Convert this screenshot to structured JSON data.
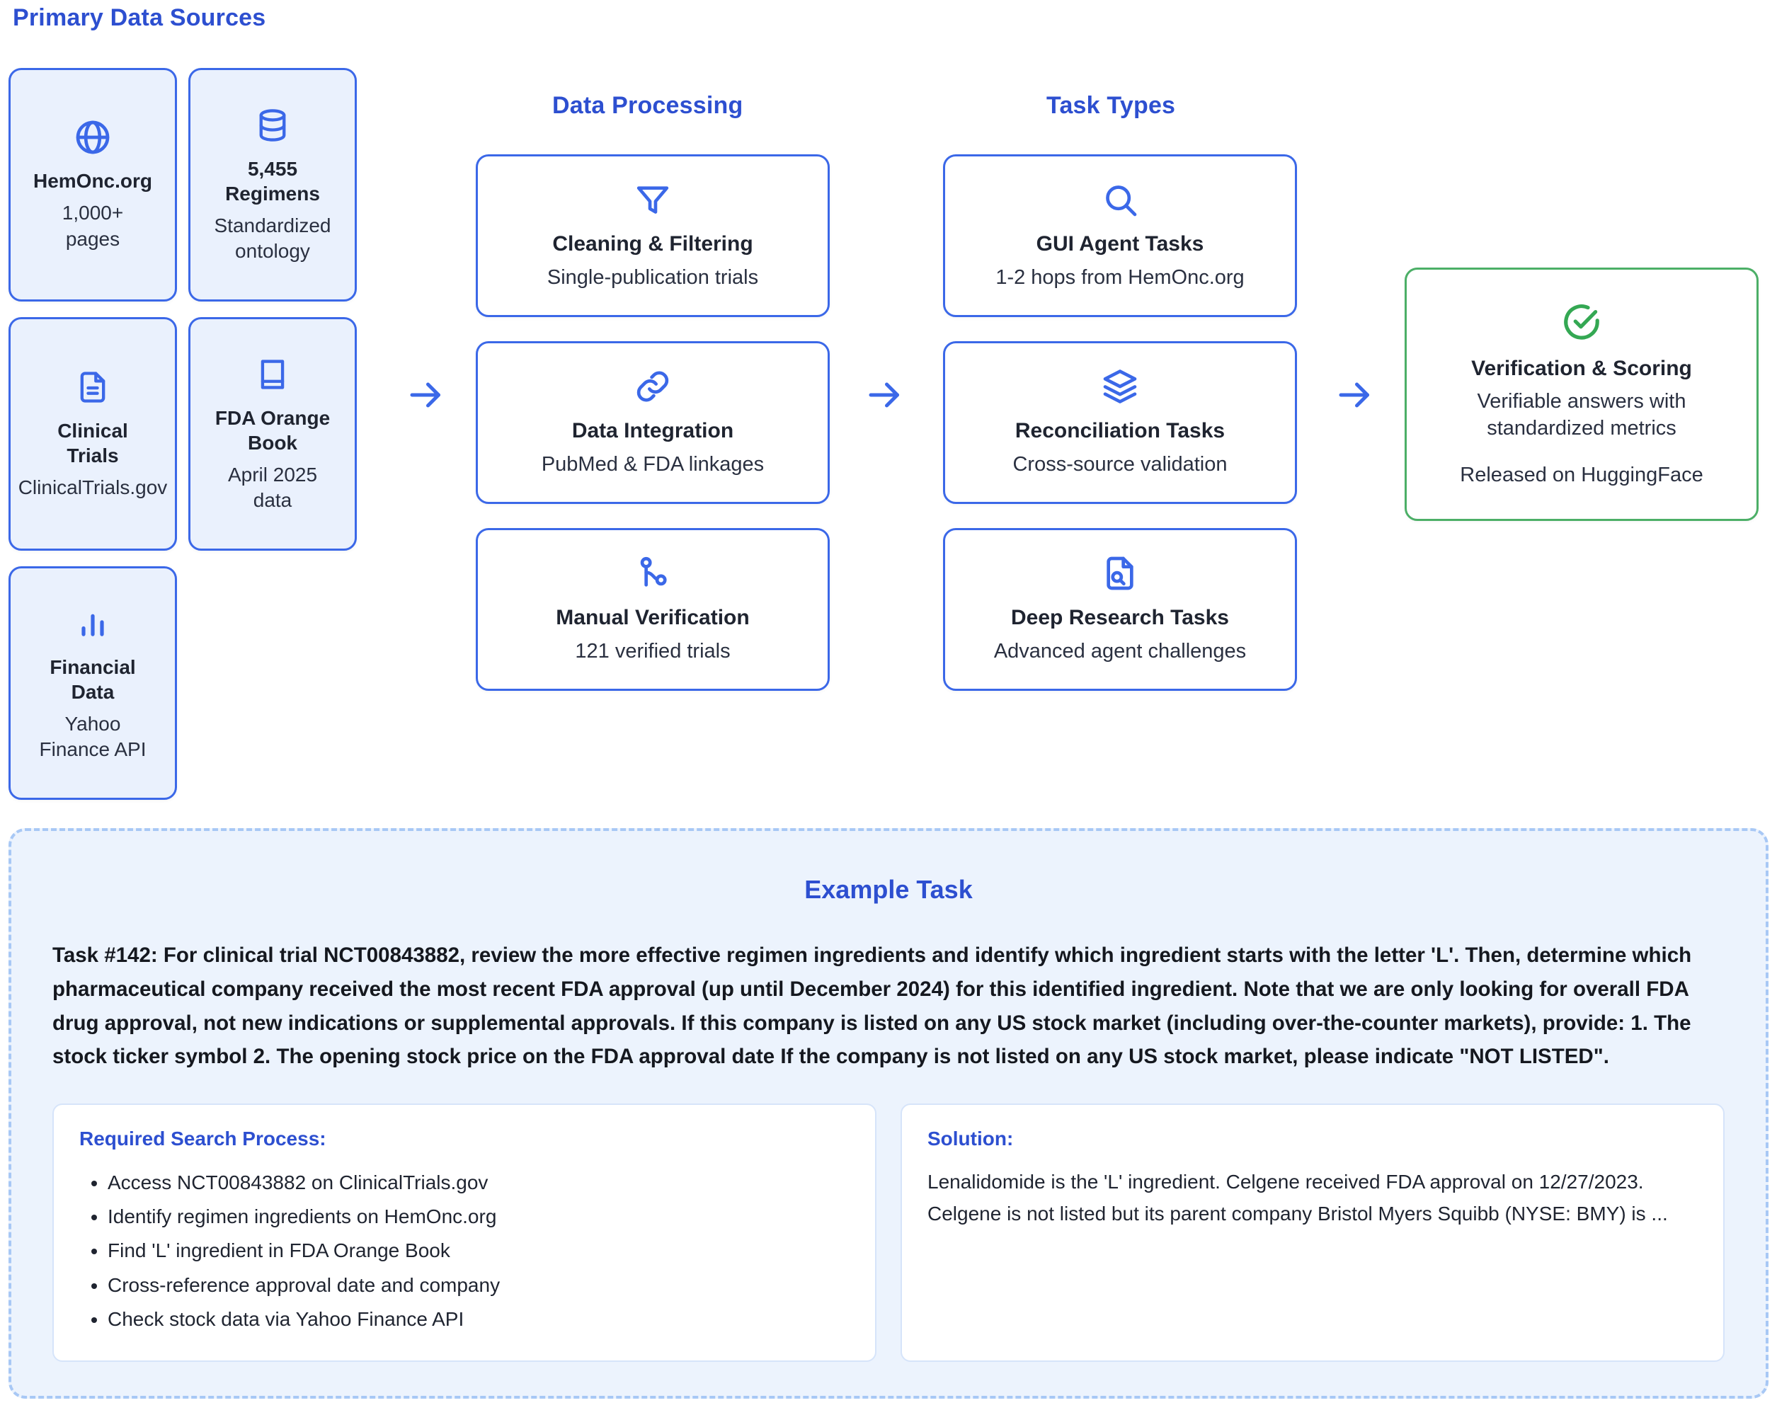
{
  "columns": {
    "sources_heading": "Primary Data Sources",
    "processing_heading": "Data Processing",
    "tasks_heading": "Task Types"
  },
  "sources": [
    {
      "icon": "globe-icon",
      "title": "HemOnc.org",
      "sub": "1,000+\npages"
    },
    {
      "icon": "database-icon",
      "title": "5,455\nRegimens",
      "sub": "Standardized\nontology"
    },
    {
      "icon": "document-icon",
      "title": "Clinical\nTrials",
      "sub": "ClinicalTrials.gov"
    },
    {
      "icon": "book-icon",
      "title": "FDA Orange\nBook",
      "sub": "April 2025\ndata"
    },
    {
      "icon": "bar-chart-icon",
      "title": "Financial\nData",
      "sub": "Yahoo\nFinance API"
    }
  ],
  "processing": [
    {
      "icon": "funnel-icon",
      "title": "Cleaning & Filtering",
      "sub": "Single-publication trials"
    },
    {
      "icon": "link-icon",
      "title": "Data Integration",
      "sub": "PubMed & FDA linkages"
    },
    {
      "icon": "branch-icon",
      "title": "Manual Verification",
      "sub": "121 verified trials"
    }
  ],
  "tasks": [
    {
      "icon": "search-icon",
      "title": "GUI Agent Tasks",
      "sub": "1-2 hops from HemOnc.org"
    },
    {
      "icon": "layers-icon",
      "title": "Reconciliation Tasks",
      "sub": "Cross-source validation"
    },
    {
      "icon": "file-search-icon",
      "title": "Deep Research Tasks",
      "sub": "Advanced agent challenges"
    }
  ],
  "verification": {
    "icon": "check-circle-icon",
    "title": "Verification & Scoring",
    "sub1": "Verifiable answers with\nstandardized metrics",
    "sub2": "Released on HuggingFace"
  },
  "arrows": {
    "glyph": "arrow-right-icon",
    "count": 3
  },
  "example": {
    "title": "Example Task",
    "body": "Task #142: For clinical trial NCT00843882, review the more effective regimen ingredients and identify which ingredient starts with the letter 'L'. Then, determine which pharmaceutical company received the most recent FDA approval (up until December 2024) for this identified ingredient. Note that we are only looking for overall FDA drug approval, not new indications or supplemental approvals. If this company is listed on any US stock market (including over-the-counter markets), provide: 1. The stock ticker symbol 2. The opening stock price on the FDA approval date If the company is not listed on any US stock market, please indicate \"NOT LISTED\".",
    "process_heading": "Required Search Process:",
    "process_steps": [
      "Access NCT00843882 on ClinicalTrials.gov",
      "Identify regimen ingredients on HemOnc.org",
      "Find 'L' ingredient in FDA Orange Book",
      "Cross-reference approval date and company",
      "Check stock data via Yahoo Finance API"
    ],
    "solution_heading": "Solution:",
    "solution_line1": "Lenalidomide is the 'L' ingredient. Celgene received FDA approval on 12/27/2023.",
    "solution_line2": "Celgene is not listed but its parent company Bristol Myers Squibb (NYSE: BMY) is ..."
  },
  "colors": {
    "accent_blue": "#3b68e8",
    "heading_blue": "#2d4fd0",
    "green": "#4caf67",
    "card_tint": "#eaf1fd",
    "panel_bg": "#ecf3fd",
    "panel_border": "#a8c8f5"
  }
}
